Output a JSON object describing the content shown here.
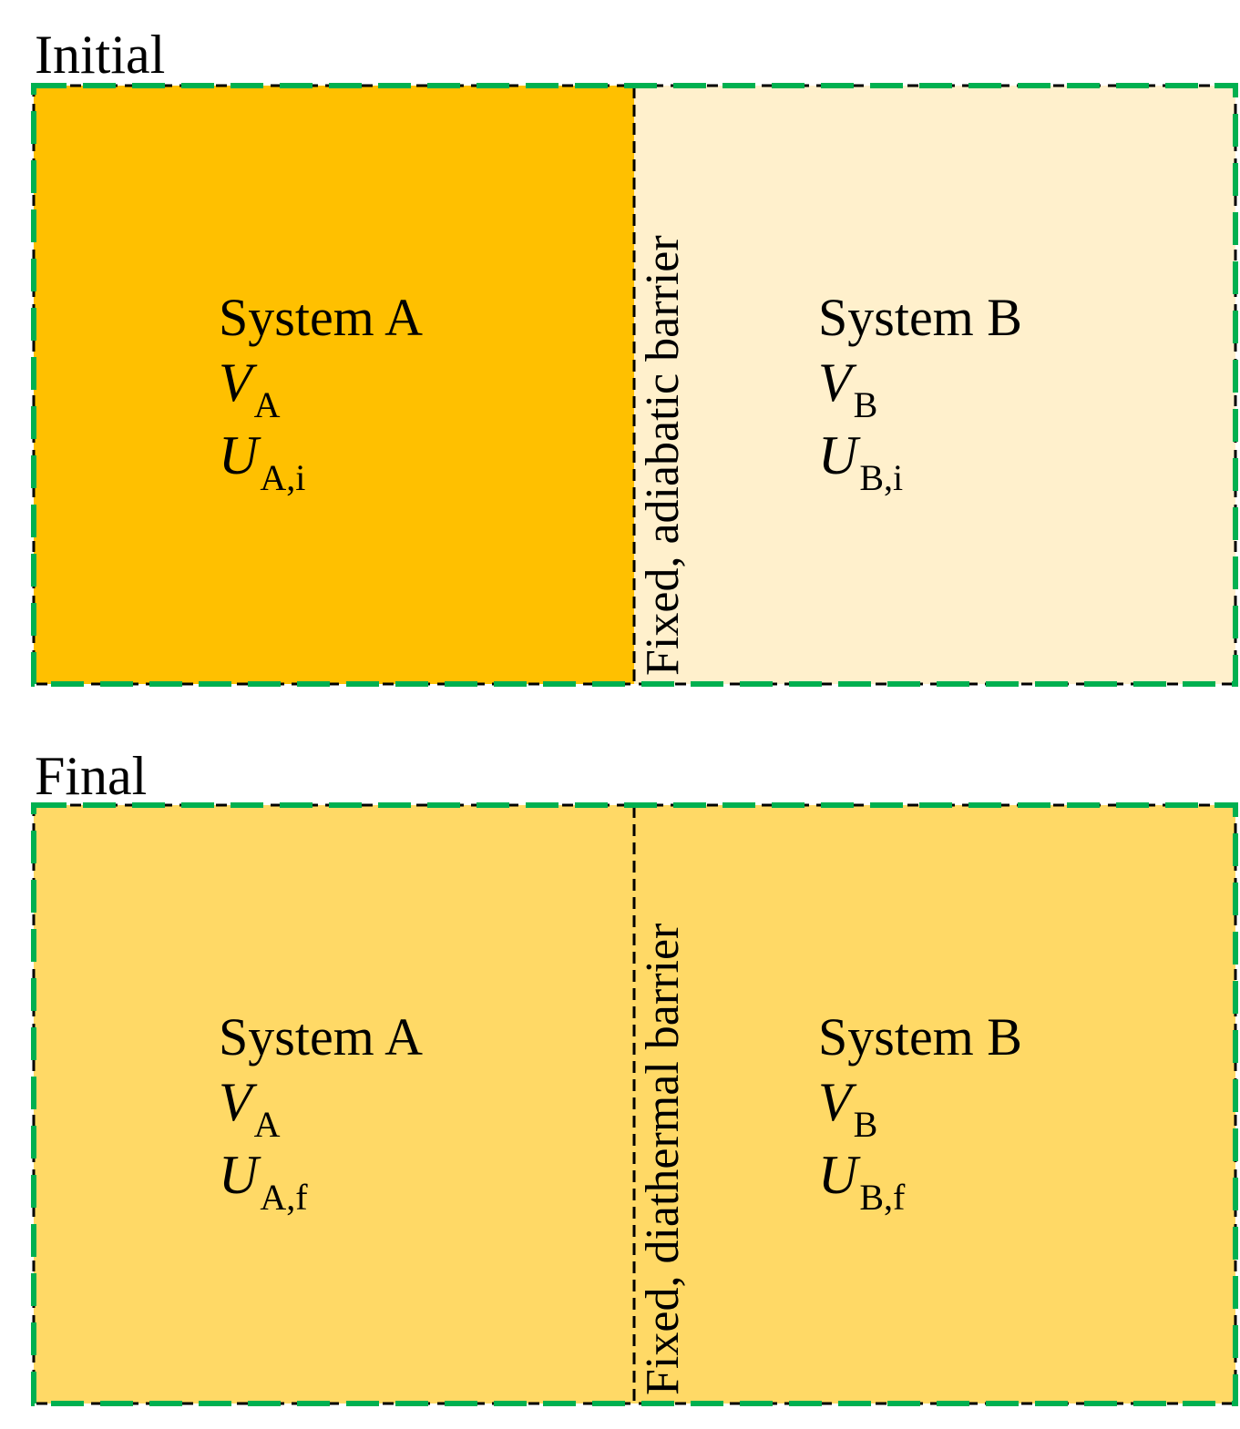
{
  "colors": {
    "initial_a_fill": "#FFC000",
    "initial_b_fill": "#FFF0CC",
    "final_fill": "#FFD966",
    "outer_dash": "#00B050",
    "inner_dash": "#000000"
  },
  "initial": {
    "title": "Initial",
    "barrier": "Fixed, adiabatic barrier",
    "system_a": {
      "name": "System A",
      "v_base": "V",
      "v_sub": "A",
      "u_base": "U",
      "u_sub": "A,i"
    },
    "system_b": {
      "name": "System B",
      "v_base": "V",
      "v_sub": "B",
      "u_base": "U",
      "u_sub": "B,i"
    }
  },
  "final": {
    "title": "Final",
    "barrier": "Fixed, diathermal barrier",
    "system_a": {
      "name": "System A",
      "v_base": "V",
      "v_sub": "A",
      "u_base": "U",
      "u_sub": "A,f"
    },
    "system_b": {
      "name": "System B",
      "v_base": "V",
      "v_sub": "B",
      "u_base": "U",
      "u_sub": "B,f"
    }
  }
}
